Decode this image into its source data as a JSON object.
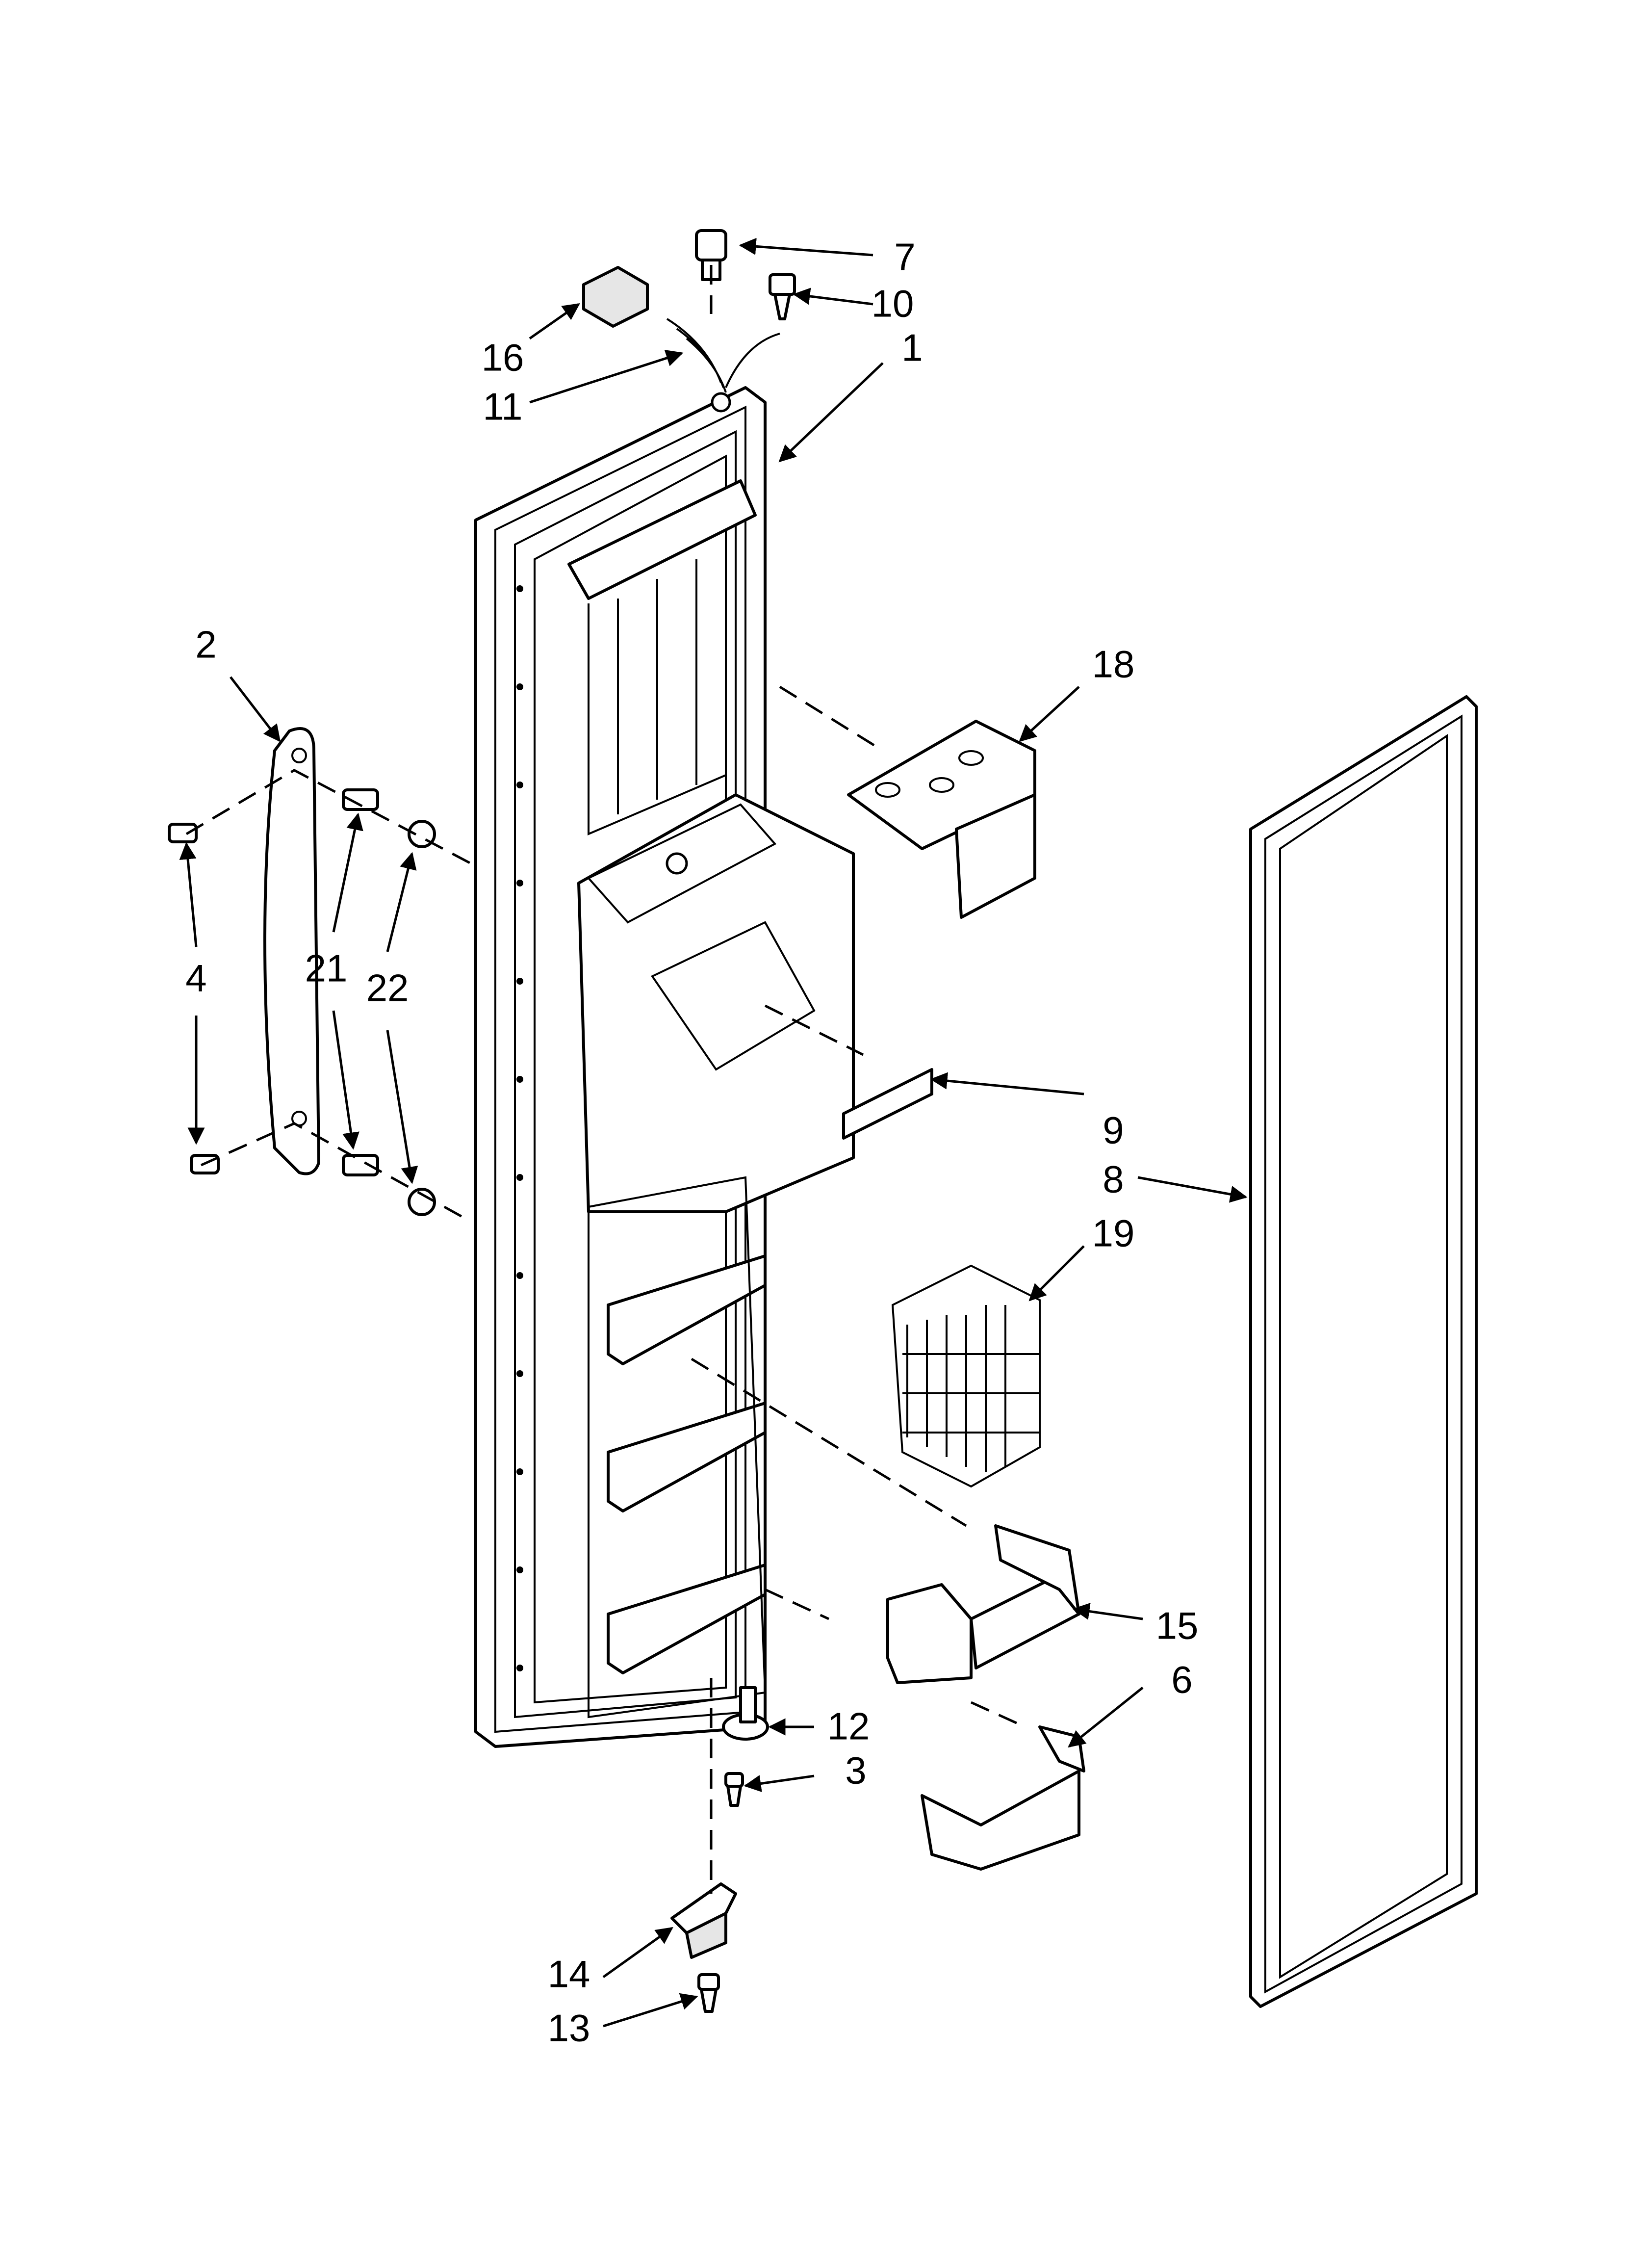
{
  "callouts": [
    {
      "id": "1",
      "label": "1"
    },
    {
      "id": "2",
      "label": "2"
    },
    {
      "id": "3",
      "label": "3"
    },
    {
      "id": "4",
      "label": "4"
    },
    {
      "id": "6",
      "label": "6"
    },
    {
      "id": "7",
      "label": "7"
    },
    {
      "id": "8",
      "label": "8"
    },
    {
      "id": "9",
      "label": "9"
    },
    {
      "id": "10",
      "label": "10"
    },
    {
      "id": "11",
      "label": "11"
    },
    {
      "id": "12",
      "label": "12"
    },
    {
      "id": "13",
      "label": "13"
    },
    {
      "id": "14",
      "label": "14"
    },
    {
      "id": "15",
      "label": "15"
    },
    {
      "id": "16",
      "label": "16"
    },
    {
      "id": "18",
      "label": "18"
    },
    {
      "id": "19",
      "label": "19"
    },
    {
      "id": "21",
      "label": "21"
    },
    {
      "id": "22",
      "label": "22"
    }
  ],
  "colors": {
    "line": "#000000",
    "background": "#ffffff",
    "shade": "#e6e6e6"
  }
}
